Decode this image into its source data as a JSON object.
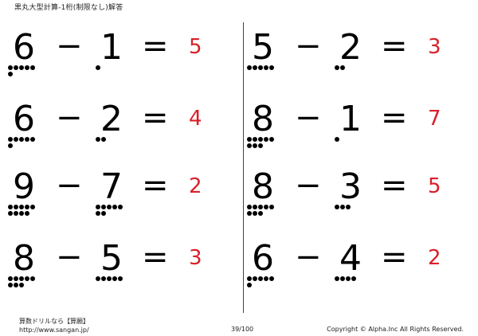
{
  "header": {
    "title": "黒丸大型計算-1桁(制限なし)解答"
  },
  "operator": "−",
  "equals": "=",
  "problems": [
    {
      "a": "6",
      "b": "1",
      "ans": "5"
    },
    {
      "a": "5",
      "b": "2",
      "ans": "3"
    },
    {
      "a": "6",
      "b": "2",
      "ans": "4"
    },
    {
      "a": "8",
      "b": "1",
      "ans": "7"
    },
    {
      "a": "9",
      "b": "7",
      "ans": "2"
    },
    {
      "a": "8",
      "b": "3",
      "ans": "5"
    },
    {
      "a": "8",
      "b": "5",
      "ans": "3"
    },
    {
      "a": "6",
      "b": "4",
      "ans": "2"
    }
  ],
  "footer": {
    "line1": "算数ドリルなら【算願】",
    "url": "http://www.sangan.jp/",
    "page": "39/100",
    "copyright": "Copyright © Alpha.Inc All Rights Reserved."
  },
  "colors": {
    "answer": "#d8202a"
  }
}
